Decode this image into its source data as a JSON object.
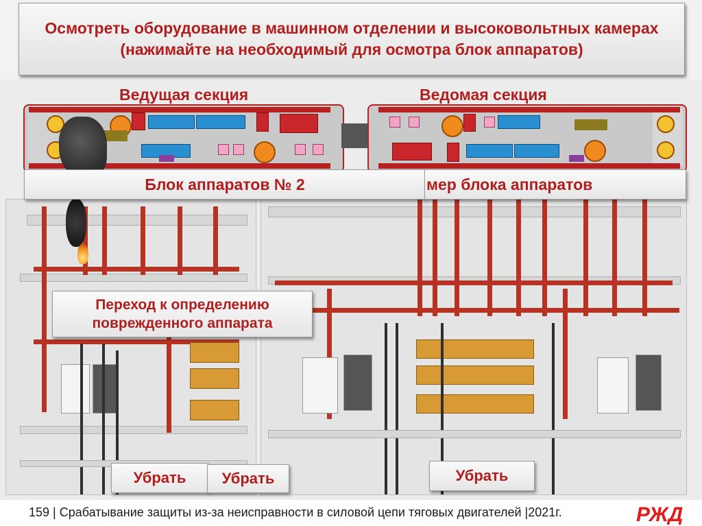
{
  "header": {
    "title": "Осмотреть оборудование в машинном отделении и высоковольтных камерах (нажимайте на необходимый для осмотра блок аппаратов)"
  },
  "sections": {
    "lead": "Ведущая секция",
    "trail": "Ведомая секция"
  },
  "block_selector": {
    "block2_label": "Блок аппаратов № 2",
    "partial_label": "мер блока аппаратов"
  },
  "panel": {
    "goto_fault_label": "Переход к определению поврежденного аппарата",
    "remove_buttons": [
      "Убрать",
      "Убрать",
      "Убрать"
    ]
  },
  "footer": {
    "text": "159 | Срабатывание защиты из-за неисправности в силовой цепи тяговых двигателей |2021г."
  },
  "logo": {
    "icon": "rzd-logo",
    "text": "РЖД",
    "color": "#e21a1a"
  },
  "colors": {
    "accent_text": "#b01e1e",
    "busbar": "#b83224",
    "blue_equipment": "#2a8fd0"
  }
}
